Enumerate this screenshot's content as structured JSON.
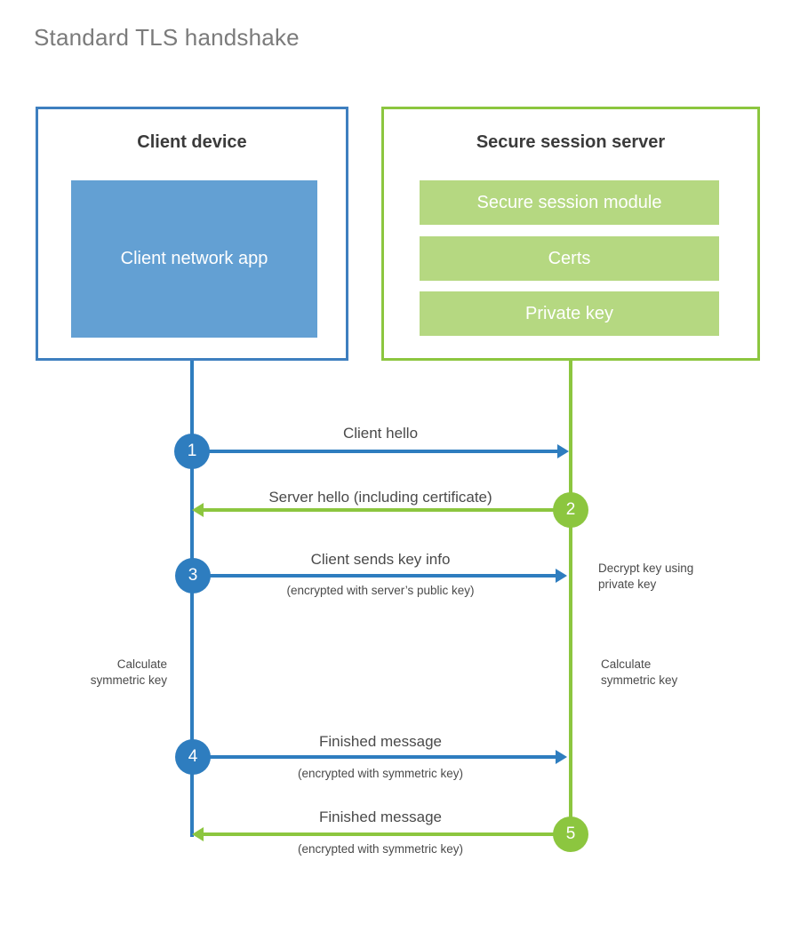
{
  "title": "Standard TLS handshake",
  "colors": {
    "client_border": "#3e7fbf",
    "client_fill": "#63a0d3",
    "server_border": "#8cc63f",
    "server_fill": "#b5d881",
    "client_line": "#2e7dbf",
    "server_line": "#8cc63f",
    "title_text": "#7b7b7b",
    "body_text": "#4a4a4a"
  },
  "parties": {
    "client": {
      "title": "Client device",
      "app_label": "Client network app"
    },
    "server": {
      "title": "Secure session server",
      "components": [
        {
          "label": "Secure session module"
        },
        {
          "label": "Certs"
        },
        {
          "label": "Private key"
        }
      ]
    }
  },
  "steps": [
    {
      "number": "1",
      "label": "Client hello",
      "sublabel": "",
      "direction": "client-to-server"
    },
    {
      "number": "2",
      "label": "Server hello (including certificate)",
      "sublabel": "",
      "direction": "server-to-client"
    },
    {
      "number": "3",
      "label": "Client sends key info",
      "sublabel": "(encrypted with server’s public key)",
      "direction": "client-to-server"
    },
    {
      "number": "4",
      "label": "Finished message",
      "sublabel": "(encrypted with symmetric key)",
      "direction": "client-to-server"
    },
    {
      "number": "5",
      "label": "Finished message",
      "sublabel": "(encrypted with symmetric key)",
      "direction": "server-to-client"
    }
  ],
  "annotations": {
    "server_decrypt": "Decrypt key using\nprivate key",
    "client_calculate": "Calculate\nsymmetric key",
    "server_calculate": "Calculate\nsymmetric key"
  }
}
